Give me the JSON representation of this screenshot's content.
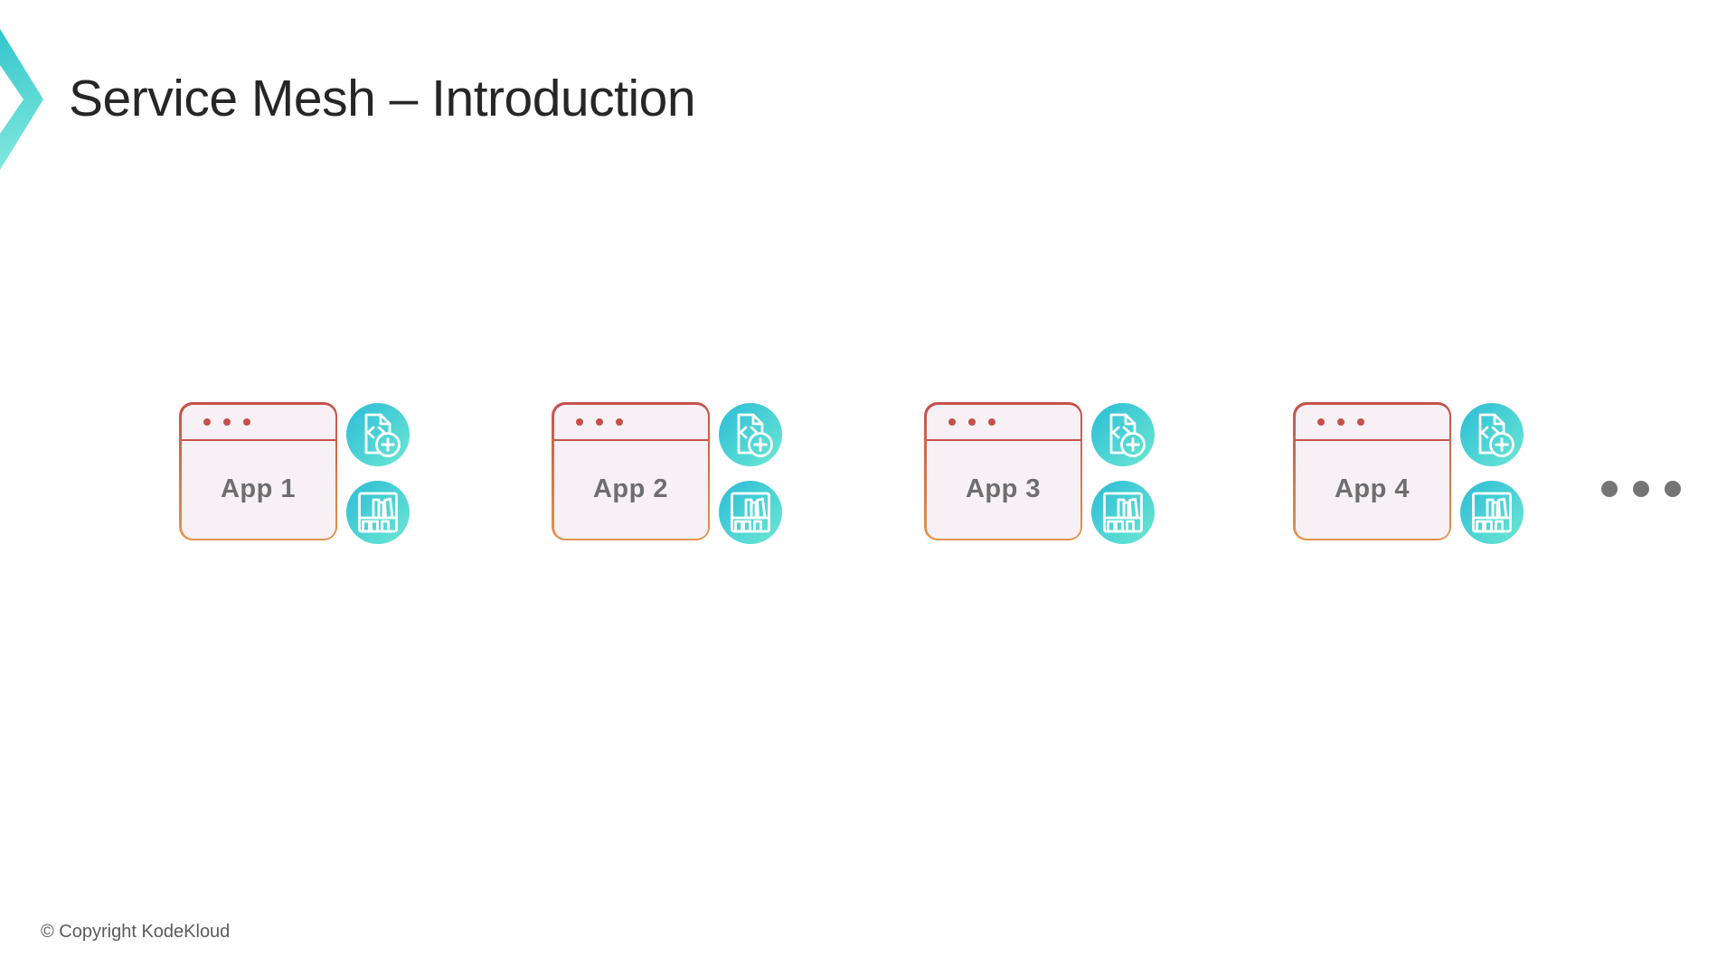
{
  "slide": {
    "title": "Service Mesh – Introduction",
    "footer": "© Copyright KodeKloud"
  },
  "apps": [
    {
      "label": "App 1"
    },
    {
      "label": "App 2"
    },
    {
      "label": "App 3"
    },
    {
      "label": "App 4"
    }
  ],
  "icons": {
    "logo": "kodekloud-chevron-logo",
    "app_icon_top": "file-code-add-icon",
    "app_icon_bottom": "bookshelf-icon",
    "more": "ellipsis-more-apps"
  },
  "colors": {
    "accent-teal-start": "#2cbcd8",
    "accent-teal-end": "#6ce8d2",
    "box-border-top": "#c5504c",
    "box-border-bottom": "#e0964d",
    "box-fill": "#f7f1f5",
    "titlebar-line": "#c9534f",
    "titlebar-dot": "#c5504c",
    "app-label": "#6e6e6e",
    "title-text": "#262626",
    "footer-text": "#5a5a5a",
    "ellipsis-dot": "#757575",
    "logo-grad-start": "#2fc3cb",
    "logo-grad-end": "#8beddf"
  }
}
